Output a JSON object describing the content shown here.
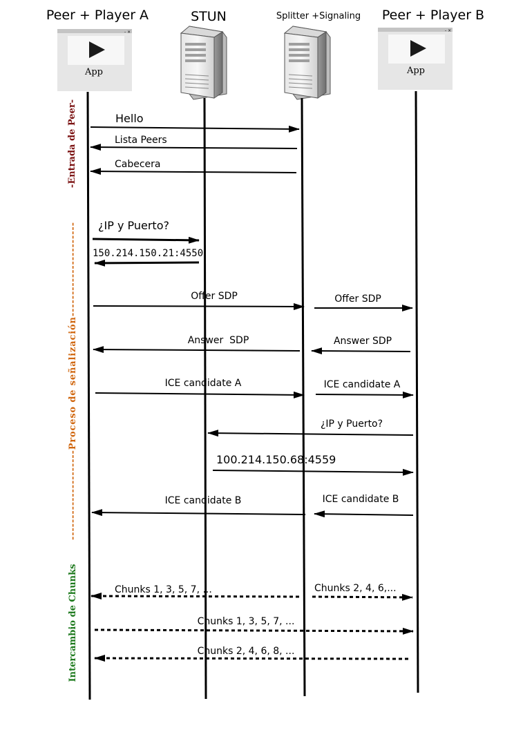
{
  "participants": {
    "peer_a": {
      "title": "Peer + Player A",
      "app_label": "App"
    },
    "stun": {
      "title": "STUN"
    },
    "splitter": {
      "title": "Splitter +Signaling"
    },
    "peer_b": {
      "title": "Peer + Player B",
      "app_label": "App"
    }
  },
  "sections": {
    "entrada": {
      "label": "-Entrada de Peer-",
      "color": "#7a1010"
    },
    "senalizacion": {
      "label": "---------------------Proceso de señalización----------------------",
      "color": "#d0660e"
    },
    "chunks": {
      "label": "Intercambio de Chunks",
      "color": "#1e7a1e"
    }
  },
  "messages": {
    "hello": "Hello",
    "lista_peers": "Lista Peers",
    "cabecera": "Cabecera",
    "ip_puerto_a": "¿IP y Puerto?",
    "addr_a": "150.214.150.21:4550",
    "offer_sdp_1": "Offer SDP",
    "offer_sdp_2": "Offer SDP",
    "answer_sdp_1": "Answer  SDP",
    "answer_sdp_2": "Answer SDP",
    "ice_a_1": "ICE candidate A",
    "ice_a_2": "ICE candidate A",
    "ip_puerto_b": "¿IP y Puerto?",
    "addr_b": "100.214.150.68:4559",
    "ice_b_1": "ICE candidate B",
    "ice_b_2": "ICE candidate B",
    "chunks_odd_to_a": "Chunks 1, 3, 5, 7, ...",
    "chunks_even_to_b": "Chunks 2, 4, 6,...",
    "chunks_odd_a_to_b": "Chunks 1, 3, 5, 7, ...",
    "chunks_even_b_to_a": "Chunks 2, 4, 6, 8, ..."
  },
  "icons": {
    "app_window": "app-window-icon",
    "play": "play-icon",
    "server": "server-tower-icon"
  }
}
